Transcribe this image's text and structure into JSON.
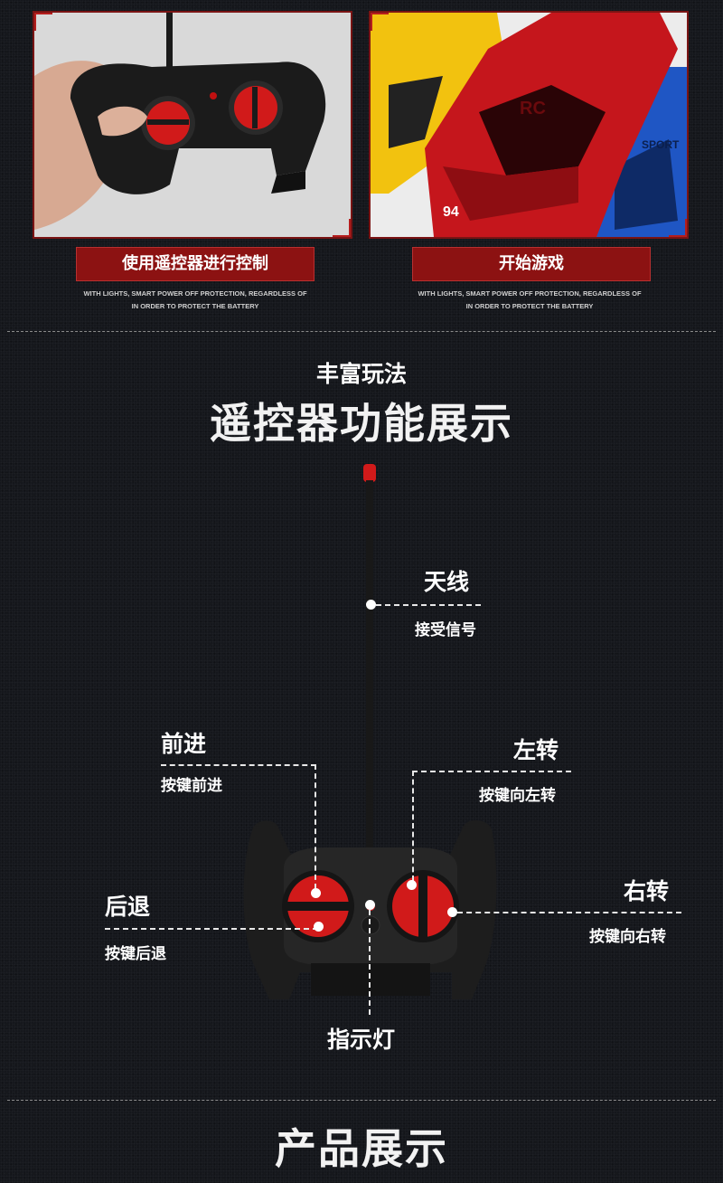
{
  "top_panels": [
    {
      "button_label": "使用遥控器进行控制",
      "caption_line1": "WITH LIGHTS, SMART POWER OFF PROTECTION, REGARDLESS OF",
      "caption_line2": "IN ORDER TO PROTECT THE BATTERY"
    },
    {
      "button_label": "开始游戏",
      "caption_line1": "WITH LIGHTS, SMART POWER OFF PROTECTION, REGARDLESS OF",
      "caption_line2": "IN ORDER TO PROTECT THE BATTERY"
    }
  ],
  "car_decals": {
    "number": "94",
    "brand": "RC",
    "sport": "SPORT"
  },
  "section_feature": {
    "subtitle": "丰富玩法",
    "title": "遥控器功能展示"
  },
  "callouts": {
    "antenna": {
      "title": "天线",
      "desc": "接受信号"
    },
    "forward": {
      "title": "前进",
      "desc": "按键前进"
    },
    "left_turn": {
      "title": "左转",
      "desc": "按键向左转"
    },
    "backward": {
      "title": "后退",
      "desc": "按键后退"
    },
    "right_turn": {
      "title": "右转",
      "desc": "按键向右转"
    },
    "indicator": {
      "title": "指示灯"
    }
  },
  "section_product": {
    "title": "产品展示"
  },
  "colors": {
    "accent_red": "#8c1212",
    "background": "#15171c",
    "button_red": "#d11a1a"
  }
}
